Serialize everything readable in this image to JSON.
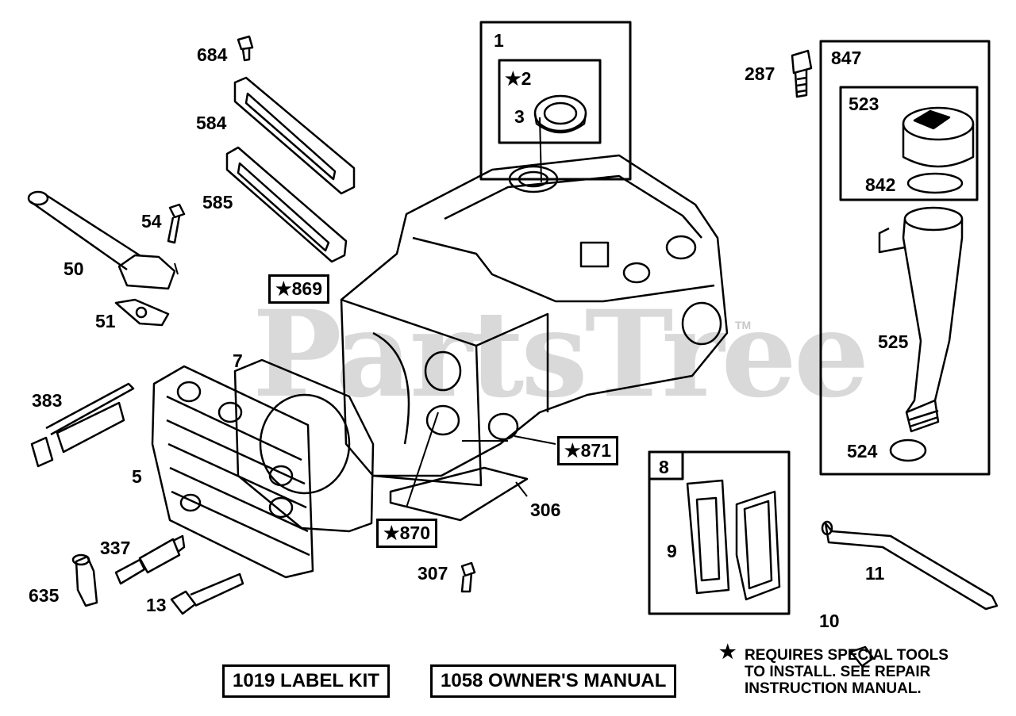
{
  "watermark": {
    "text": "PartsTree",
    "tm": "TM"
  },
  "kits": {
    "label_kit": "1019 LABEL KIT",
    "owners_manual": "1058 OWNER'S MANUAL"
  },
  "note": {
    "star": "★",
    "line1": "REQUIRES SPECIAL TOOLS",
    "line2": "TO INSTALL.  SEE REPAIR",
    "line3": "INSTRUCTION MANUAL."
  },
  "boxed": {
    "b1": "1",
    "b2": "★2",
    "b847": "847",
    "b523": "523",
    "b8": "8",
    "b869": "★869",
    "b870": "★870",
    "b871": "★871"
  },
  "parts": {
    "p684": "684",
    "p584": "584",
    "p585": "585",
    "p54": "54",
    "p50": "50",
    "p51": "51",
    "p3": "3",
    "p287": "287",
    "p842": "842",
    "p525": "525",
    "p524": "524",
    "p7": "7",
    "p383": "383",
    "p5": "5",
    "p337": "337",
    "p635": "635",
    "p13": "13",
    "p306": "306",
    "p307": "307",
    "p9": "9",
    "p11": "11",
    "p10": "10"
  }
}
